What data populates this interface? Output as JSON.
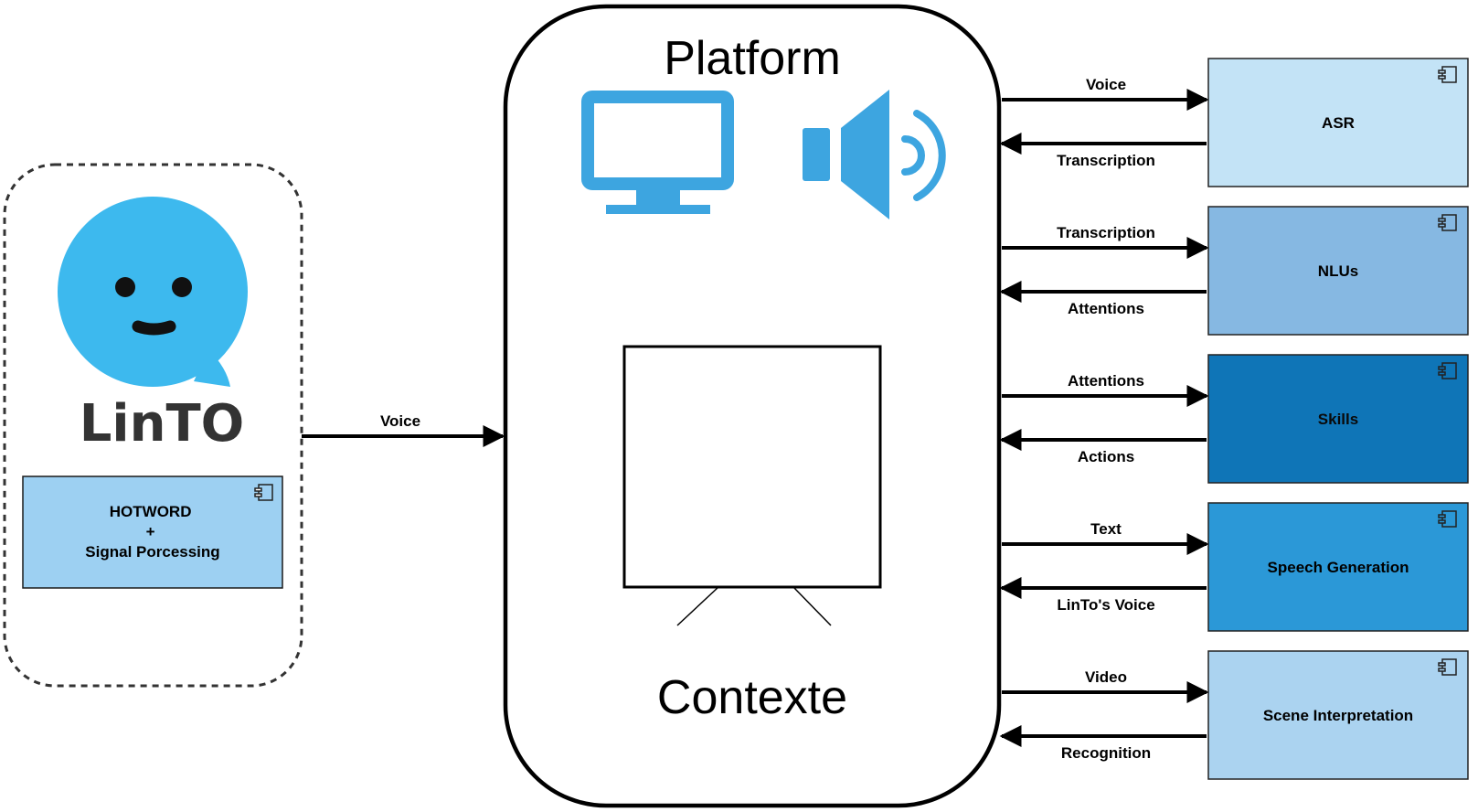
{
  "colors": {
    "asr": "#c3e3f6",
    "nlus": "#86b8e2",
    "skills": "#0f75b7",
    "speech_generation": "#2b98d7",
    "scene_interpretation": "#abd3f0",
    "hotword": "#9dd0f2",
    "icon_blue": "#3da5e0",
    "logo_blue": "#3db9ee"
  },
  "linto": {
    "logo_text": "LinTO",
    "hotword_line1": "HOTWORD",
    "hotword_line2": "+",
    "hotword_line3": "Signal Porcessing",
    "voice_label": "Voice"
  },
  "platform": {
    "title": "Platform",
    "context_label": "Contexte",
    "icons": [
      "monitor-icon",
      "speaker-icon",
      "whiteboard-icon"
    ]
  },
  "services": [
    {
      "name": "ASR",
      "out_label": "Voice",
      "in_label": "Transcription",
      "color": "#c3e3f6"
    },
    {
      "name": "NLUs",
      "out_label": "Transcription",
      "in_label": "Attentions",
      "color": "#86b8e2"
    },
    {
      "name": "Skills",
      "out_label": "Attentions",
      "in_label": "Actions",
      "color": "#0f75b7"
    },
    {
      "name": "Speech Generation",
      "out_label": "Text",
      "in_label": "LinTo's Voice",
      "color": "#2b98d7"
    },
    {
      "name": "Scene Interpretation",
      "out_label": "Video",
      "in_label": "Recognition",
      "color": "#abd3f0"
    }
  ]
}
